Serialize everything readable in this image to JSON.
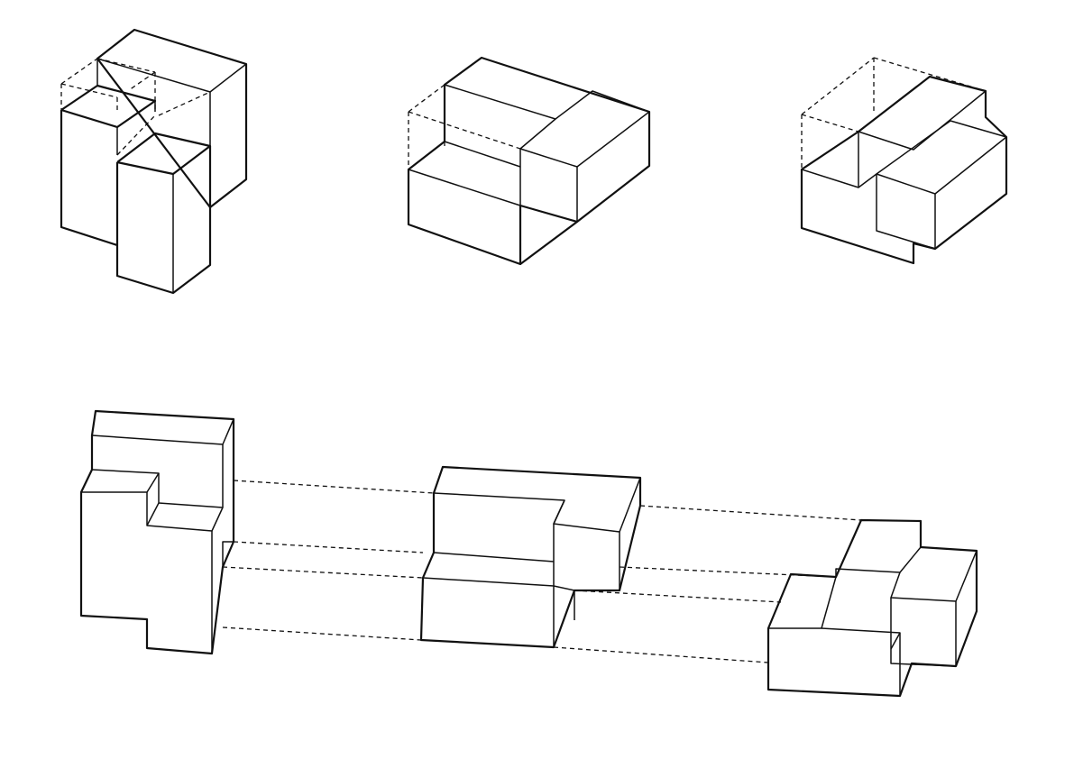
{
  "diagram": {
    "figures": [
      {
        "id": "solid-tall",
        "row": "top",
        "style": "isometric-with-hidden-edges"
      },
      {
        "id": "solid-wide",
        "row": "top",
        "style": "isometric-with-hidden-edges"
      },
      {
        "id": "solid-stepped",
        "row": "top",
        "style": "isometric-with-hidden-edges"
      },
      {
        "id": "assembly-left",
        "row": "bottom",
        "style": "isometric"
      },
      {
        "id": "assembly-middle",
        "row": "bottom",
        "style": "isometric"
      },
      {
        "id": "assembly-right",
        "row": "bottom",
        "style": "isometric"
      }
    ],
    "colors": {
      "stroke": "#111111",
      "background": "#ffffff"
    },
    "line_styles": [
      "solid",
      "dashed"
    ],
    "labels": []
  }
}
